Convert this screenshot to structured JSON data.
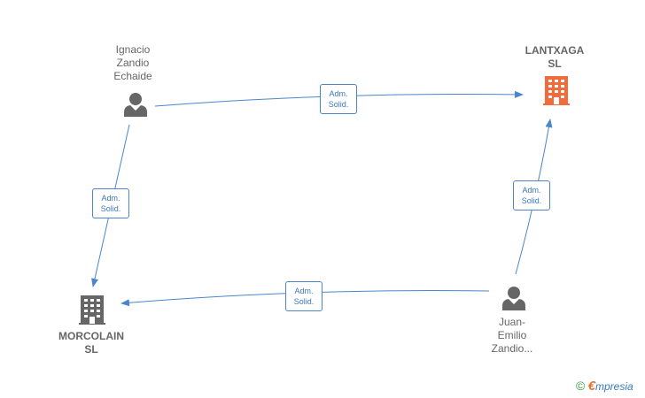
{
  "nodes": {
    "ignacio": {
      "lines": [
        "Ignacio",
        "Zandio",
        "Echaide"
      ],
      "kind": "person"
    },
    "lantxaga": {
      "lines": [
        "LANTXAGA",
        "SL"
      ],
      "kind": "company",
      "color": "#f26b3a"
    },
    "morcolain": {
      "lines": [
        "MORCOLAIN",
        "SL"
      ],
      "kind": "company",
      "color": "#666666"
    },
    "juan": {
      "lines": [
        "Juan-",
        "Emilio",
        "Zandio..."
      ],
      "kind": "person"
    }
  },
  "edges": [
    {
      "from": "ignacio",
      "to": "lantxaga",
      "label": [
        "Adm.",
        "Solid."
      ]
    },
    {
      "from": "ignacio",
      "to": "morcolain",
      "label": [
        "Adm.",
        "Solid."
      ]
    },
    {
      "from": "juan",
      "to": "lantxaga",
      "label": [
        "Adm.",
        "Solid."
      ]
    },
    {
      "from": "juan",
      "to": "morcolain",
      "label": [
        "Adm.",
        "Solid."
      ]
    }
  ],
  "colors": {
    "edge": "#4a86c8",
    "person_icon": "#666666"
  },
  "brand": {
    "copyright": "©",
    "e": "€",
    "rest": "mpresia"
  }
}
